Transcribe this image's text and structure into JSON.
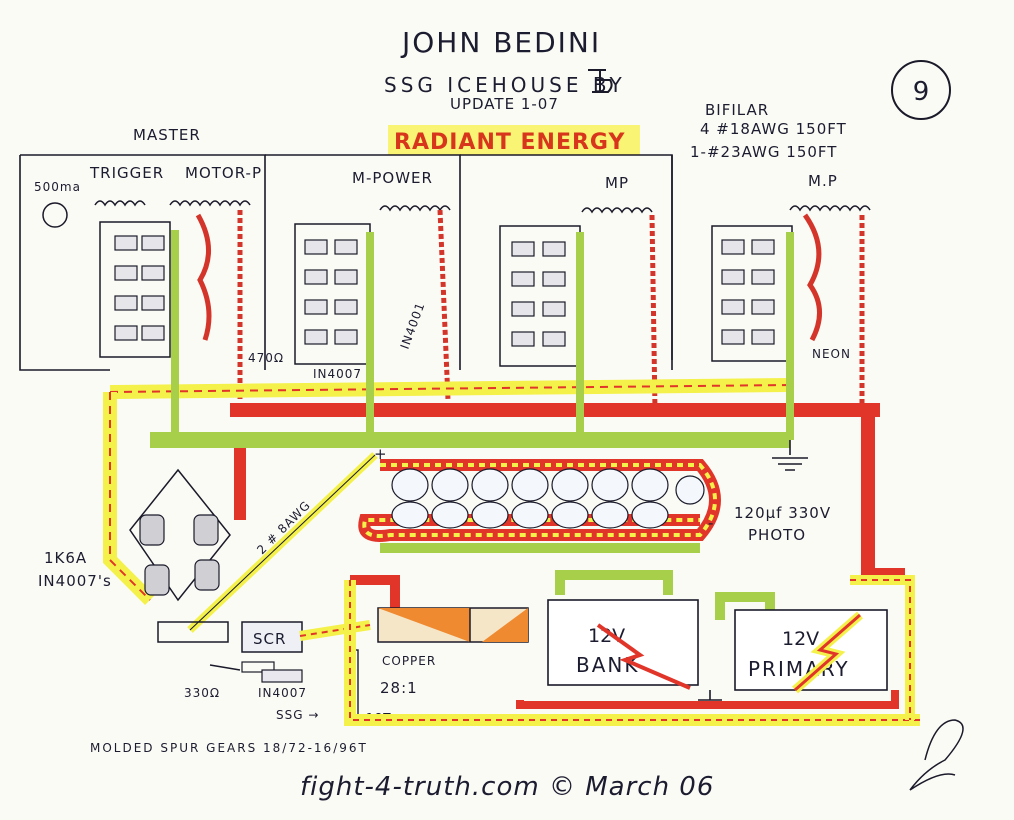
{
  "title": {
    "line1": "JOHN BEDINI",
    "line2": "SSG ICEHOUSE BY",
    "logo_mark": "JB",
    "line3": "UPDATE 1-07",
    "page_number": "9",
    "radiant": "RADIANT ENERGY"
  },
  "bifilar": {
    "heading": "BIFILAR",
    "line1": "4 #18AWG 150FT",
    "line2": "1-#23AWG 150FT"
  },
  "modules": [
    {
      "id": "master",
      "header": "MASTER",
      "coil_a": "TRIGGER",
      "coil_b": "MOTOR-P"
    },
    {
      "id": "m2",
      "header": "M-POWER"
    },
    {
      "id": "m3",
      "header": "MP"
    },
    {
      "id": "m4",
      "header": "M.P"
    }
  ],
  "labels": {
    "ma500": "500ma",
    "r470": "470Ω",
    "in4007_top": "IN4007",
    "in4001": "IN4001",
    "neon": "NEON",
    "plus": "+",
    "minus": "-",
    "awg": "2 # 8AWG",
    "capacitor": "120µf 330V",
    "photo": "PHOTO",
    "bridge1": "1K6A",
    "bridge2": "IN4007's",
    "scr": "SCR",
    "r330": "330Ω",
    "in4007_bottom": "IN4007",
    "copper": "COPPER",
    "ratio": "28:1",
    "ssg": "SSG →",
    "t18": "18T",
    "bank_volts": "12V",
    "bank_name": "BANK",
    "primary_volts": "12V",
    "primary_name": "PRIMARY",
    "gears": "MOLDED SPUR GEARS 18/72-16/96T"
  },
  "footer": {
    "site": "fight-4-truth.com © March 06"
  },
  "colors": {
    "ink": "#1a1a2a",
    "red": "#e1352a",
    "yellow": "#f4f14a",
    "green": "#a7cf4a",
    "orange": "#f08a30",
    "paper": "#fbfbf6"
  }
}
